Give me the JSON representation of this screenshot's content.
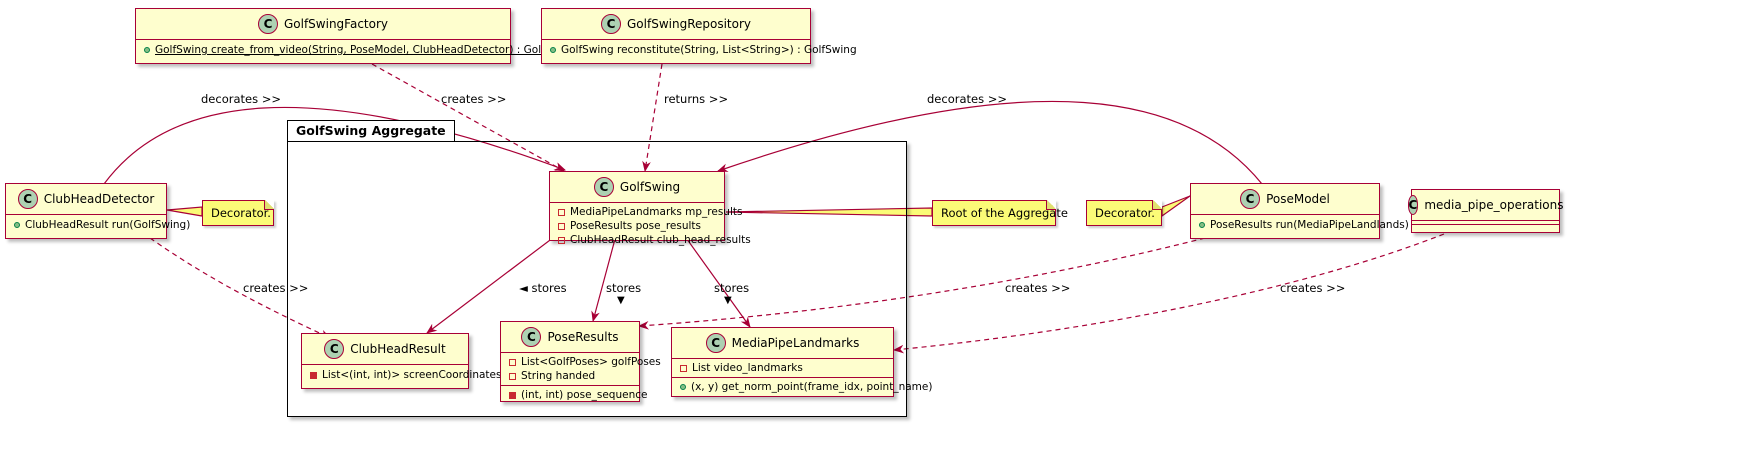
{
  "package": {
    "title": "GolfSwing Aggregate"
  },
  "classes": {
    "factory": {
      "name": "GolfSwingFactory",
      "methods": [
        "GolfSwing create_from_video(String, PoseModel, ClubHeadDetector) : GolfSwing"
      ]
    },
    "repository": {
      "name": "GolfSwingRepository",
      "methods": [
        "GolfSwing reconstitute(String, List<String>) : GolfSwing"
      ]
    },
    "clubhead_detector": {
      "name": "ClubHeadDetector",
      "methods": [
        "ClubHeadResult run(GolfSwing)"
      ]
    },
    "golfswing": {
      "name": "GolfSwing",
      "fields": [
        "MediaPipeLandmarks mp_results",
        "PoseResults pose_results",
        "ClubHeadResult club_head_results"
      ]
    },
    "pose_model": {
      "name": "PoseModel",
      "methods": [
        "PoseResults run(MediaPipeLandlands)"
      ]
    },
    "media_pipe_operations": {
      "name": "media_pipe_operations"
    },
    "clubhead_result": {
      "name": "ClubHeadResult",
      "fields": [
        "List<(int, int)> screenCoordinates"
      ]
    },
    "pose_results": {
      "name": "PoseResults",
      "fields": [
        "List<GolfPoses> golfPoses",
        "String handed"
      ],
      "methods": [
        "(int, int) pose_sequence"
      ]
    },
    "mediapipe_landmarks": {
      "name": "MediaPipeLandmarks",
      "fields": [
        "List video_landmarks"
      ],
      "methods": [
        "(x, y) get_norm_point(frame_idx, point_name)"
      ]
    }
  },
  "notes": {
    "clubhead_decorator": "Decorator.",
    "posemodel_decorator": "Decorator.",
    "root": "Root of the Aggregate"
  },
  "edge_labels": {
    "factory_creates": "creates >>",
    "repository_returns": "returns >>",
    "clubhead_decorates": "decorates >>",
    "posemodel_decorates": "decorates >>",
    "clubhead_creates": "creates >>",
    "posemodel_creates": "creates >>",
    "mediapipe_creates": "creates >>",
    "stores_clubhead": "◄ stores",
    "stores_pose": "stores",
    "stores_pose_arrow": "▼",
    "stores_landmarks": "stores",
    "stores_landmarks_arrow": "▼"
  },
  "class_icon_letter": "C",
  "colors": {
    "border": "#a80036",
    "fill": "#fefece",
    "note": "#fbfb77",
    "icon": "#add1b2"
  }
}
